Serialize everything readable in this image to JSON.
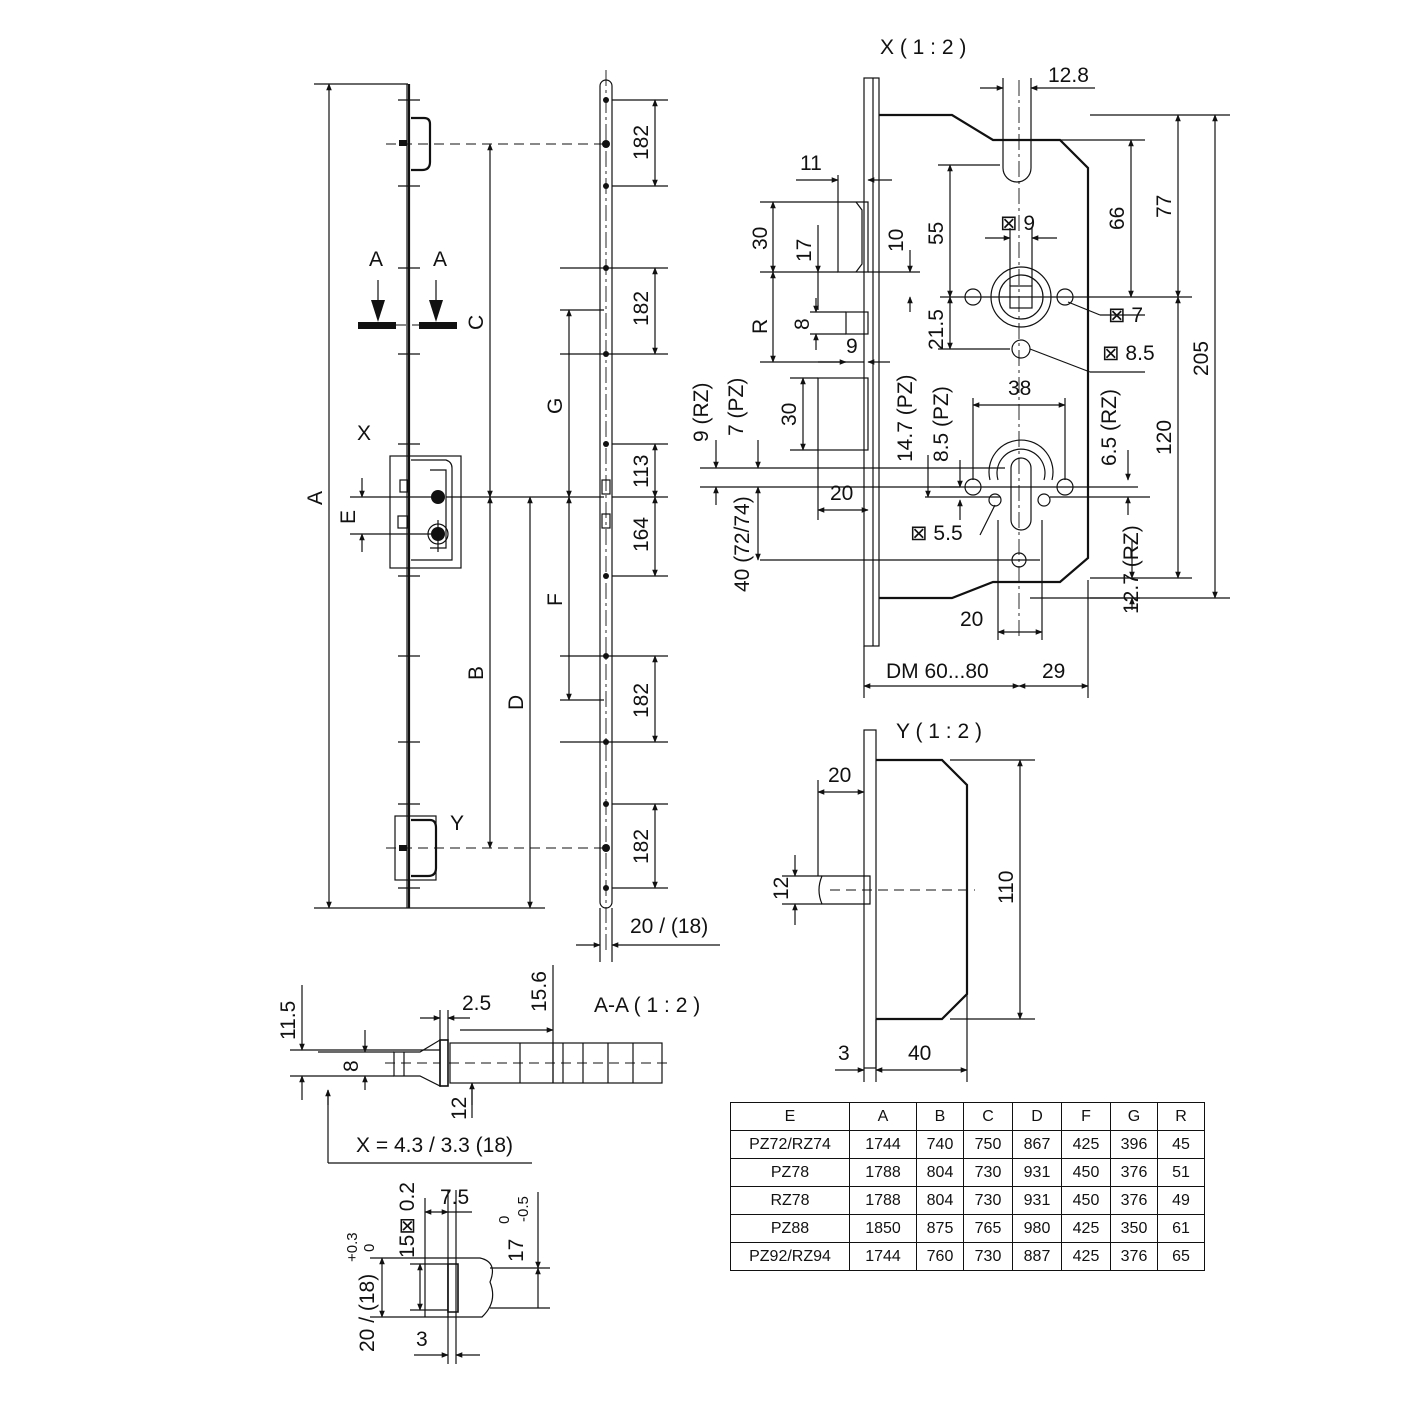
{
  "titles": {
    "x_detail": "X ( 1 : 2 )",
    "y_detail": "Y ( 1 : 2 )",
    "aa_section": "A-A ( 1 : 2 )"
  },
  "labels": {
    "A": "A",
    "B": "B",
    "C": "C",
    "D": "D",
    "E": "E",
    "F": "F",
    "G": "G",
    "X": "X",
    "Y": "Y",
    "R": "R"
  },
  "dims": {
    "rail_182": "182",
    "rail_113": "113",
    "rail_164": "164",
    "rail_width": "20 / (18)",
    "x_12_8": "12.8",
    "x_11": "11",
    "x_30": "30",
    "x_17": "17",
    "x_10": "10",
    "x_55": "55",
    "x_sq9": "⊠ 9",
    "x_66": "66",
    "x_77": "77",
    "x_205": "205",
    "x_8": "8",
    "x_9": "9",
    "x_21_5": "21.5",
    "x_sq7": "⊠ 7",
    "x_sq8_5": "⊠ 8.5",
    "x_9rz": "9 (RZ)",
    "x_7pz": "7 (PZ)",
    "x_30b": "30",
    "x_14_7pz": "14.7 (PZ)",
    "x_8_5pz": "8.5 (PZ)",
    "x_38": "38",
    "x_6_5rz": "6.5 (RZ)",
    "x_120": "120",
    "x_20a": "20",
    "x_sq5_5": "⊠ 5.5",
    "x_40": "40 (72/74)",
    "x_12_7rz": "12.7 (RZ)",
    "x_20b": "20",
    "x_dm": "DM 60...80",
    "x_29": "29",
    "y_20": "20",
    "y_12": "12",
    "y_110": "110",
    "y_3": "3",
    "y_40": "40",
    "aa_11_5": "11.5",
    "aa_2_5": "2.5",
    "aa_15_6": "15.6",
    "aa_8": "8",
    "aa_12": "12",
    "aa_x": "X = 4.3 / 3.3 (18)",
    "p_7_5": "7.5",
    "p_15": "15⊠ 0.2",
    "p_17": "17",
    "p_17_tol_top": "0",
    "p_17_tol_bot": "-0.5",
    "p_20": "20 / (18)",
    "p_20_tol_top": "+0.3",
    "p_20_tol_bot": "0",
    "p_3": "3"
  },
  "table": {
    "headers": [
      "E",
      "A",
      "B",
      "C",
      "D",
      "F",
      "G",
      "R"
    ],
    "rows": [
      [
        "PZ72/RZ74",
        "1744",
        "740",
        "750",
        "867",
        "425",
        "396",
        "45"
      ],
      [
        "PZ78",
        "1788",
        "804",
        "730",
        "931",
        "450",
        "376",
        "51"
      ],
      [
        "RZ78",
        "1788",
        "804",
        "730",
        "931",
        "450",
        "376",
        "49"
      ],
      [
        "PZ88",
        "1850",
        "875",
        "765",
        "980",
        "425",
        "350",
        "61"
      ],
      [
        "PZ92/RZ94",
        "1744",
        "760",
        "730",
        "887",
        "425",
        "376",
        "65"
      ]
    ]
  }
}
